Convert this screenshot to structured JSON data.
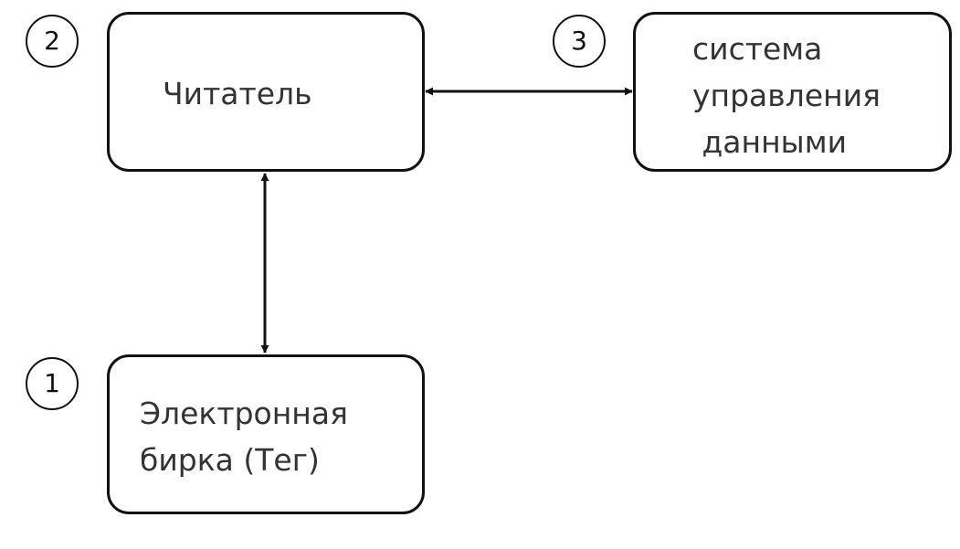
{
  "diagram": {
    "nodes": {
      "reader": {
        "number": "2",
        "label": "Читатель"
      },
      "data_system": {
        "number": "3",
        "lines": [
          "система",
          "управления",
          " данными"
        ]
      },
      "tag": {
        "number": "1",
        "lines": [
          "Электронная",
          "бирка (Тег)"
        ]
      }
    },
    "edges": [
      {
        "from": "reader",
        "to": "data_system",
        "direction": "both"
      },
      {
        "from": "reader",
        "to": "tag",
        "direction": "both"
      }
    ],
    "colors": {
      "stroke": "#111111",
      "text": "#333333",
      "background": "#ffffff"
    }
  }
}
